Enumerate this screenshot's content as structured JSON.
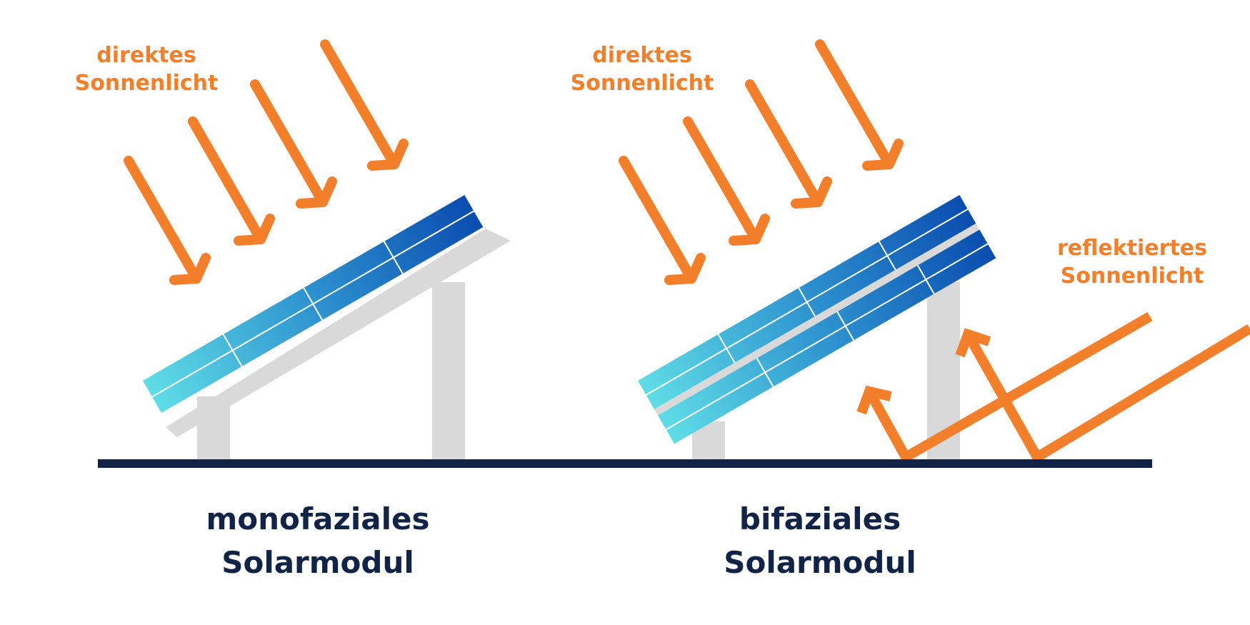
{
  "colors": {
    "arrow": "#F47F2A",
    "ground": "#122348",
    "frame": "#D9D9D9",
    "panel_light": "#5FDDE6",
    "panel_dark": "#0A4DB0",
    "title": "#122348"
  },
  "labels": {
    "mono_light": {
      "line1": "direktes",
      "line2": "Sonnenlicht"
    },
    "bi_light": {
      "line1": "direktes",
      "line2": "Sonnenlicht"
    },
    "reflected": {
      "line1": "reflektiertes",
      "line2": "Sonnenlicht"
    }
  },
  "titles": {
    "mono": {
      "line1": "monofaziales",
      "line2": "Solarmodul"
    },
    "bi": {
      "line1": "bifaziales",
      "line2": "Solarmodul"
    }
  }
}
